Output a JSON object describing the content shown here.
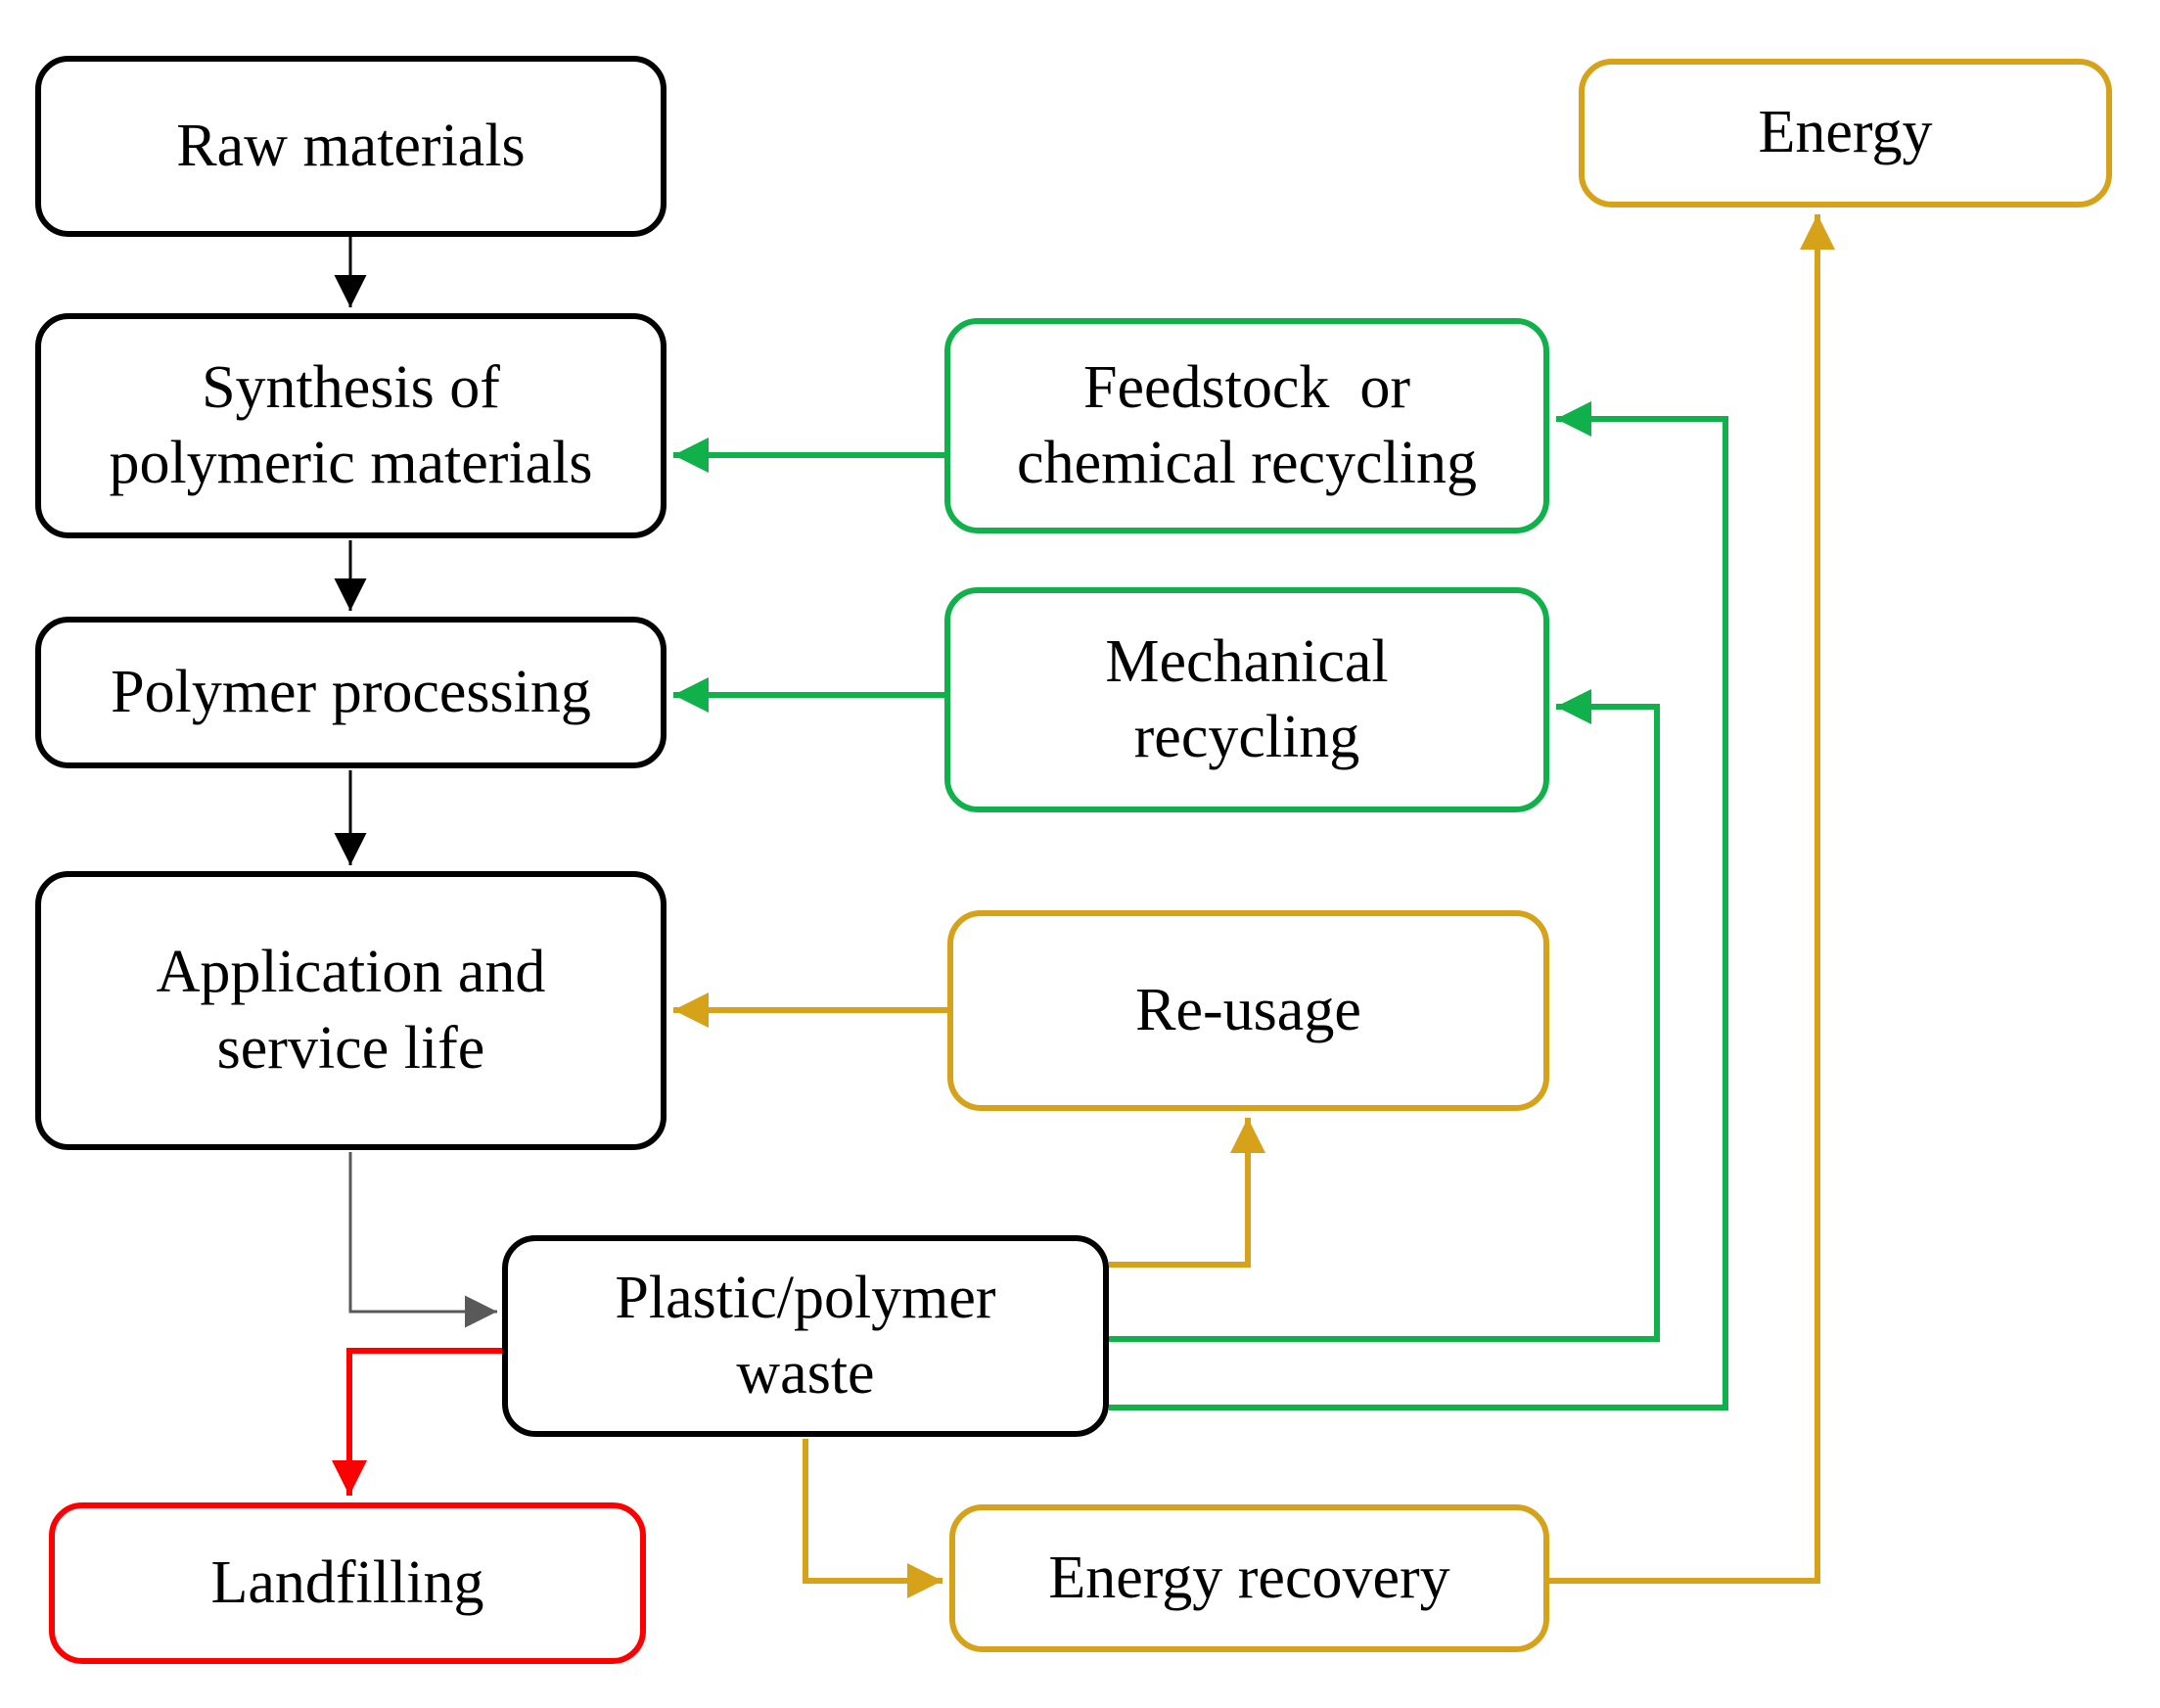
{
  "diagram": {
    "colors": {
      "process_outline": "#000000",
      "recycling_green": "#10b14a",
      "energy_gold": "#d6a21a",
      "landfill_red": "#fe0000",
      "waste_in_connector_gray": "#595959",
      "background": "#ffffff"
    },
    "nodes": {
      "raw": {
        "label": "Raw materials"
      },
      "synthesis": {
        "label": "Synthesis of\npolymeric materials"
      },
      "polymer": {
        "label": "Polymer processing"
      },
      "application": {
        "label": "Application and\nservice life"
      },
      "waste": {
        "label": "Plastic/polymer\nwaste"
      },
      "landfilling": {
        "label": "Landfilling"
      },
      "feedstock": {
        "label": "Feedstock  or\nchemical recycling"
      },
      "mechanical": {
        "label": "Mechanical\nrecycling"
      },
      "reusage": {
        "label": "Re-usage"
      },
      "energy_recovery": {
        "label": "Energy recovery"
      },
      "energy": {
        "label": "Energy"
      }
    },
    "edges": [
      {
        "from": "Raw materials",
        "to": "Synthesis of polymeric materials",
        "color": "#000000"
      },
      {
        "from": "Synthesis of polymeric materials",
        "to": "Polymer processing",
        "color": "#000000"
      },
      {
        "from": "Polymer processing",
        "to": "Application and service life",
        "color": "#000000"
      },
      {
        "from": "Application and service life",
        "to": "Plastic/polymer waste",
        "color": "#595959"
      },
      {
        "from": "Plastic/polymer waste",
        "to": "Landfilling",
        "color": "#fe0000"
      },
      {
        "from": "Plastic/polymer waste",
        "to": "Mechanical recycling",
        "color": "#10b14a"
      },
      {
        "from": "Mechanical recycling",
        "to": "Polymer processing",
        "color": "#10b14a"
      },
      {
        "from": "Plastic/polymer waste",
        "to": "Feedstock or chemical recycling",
        "color": "#10b14a"
      },
      {
        "from": "Feedstock or chemical recycling",
        "to": "Synthesis of polymeric materials",
        "color": "#10b14a"
      },
      {
        "from": "Plastic/polymer waste",
        "to": "Re-usage",
        "color": "#d6a21a"
      },
      {
        "from": "Re-usage",
        "to": "Application and service life",
        "color": "#d6a21a"
      },
      {
        "from": "Plastic/polymer waste",
        "to": "Energy recovery",
        "color": "#d6a21a"
      },
      {
        "from": "Energy recovery",
        "to": "Energy",
        "color": "#d6a21a"
      }
    ]
  }
}
